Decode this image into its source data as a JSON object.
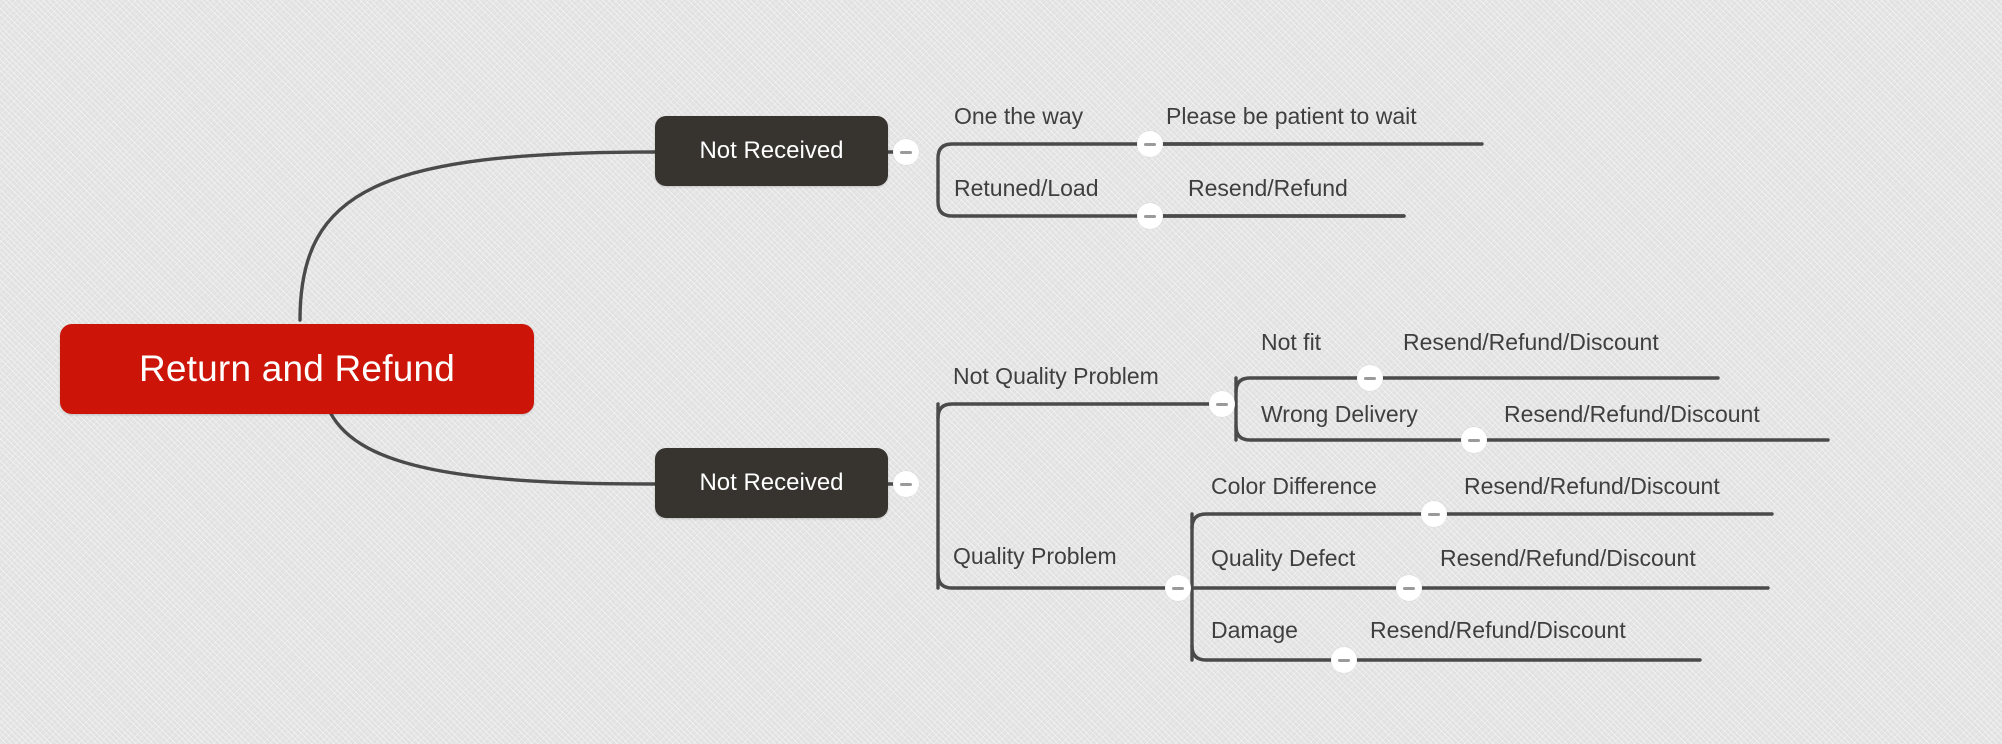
{
  "diagram": {
    "type": "mind-map",
    "title": "Return and Refund",
    "background_color": "#e3e3e3",
    "root": {
      "label": "Return and Refund",
      "color": "#cc1408",
      "text_color": "#ffffff"
    },
    "branch_color": "#373430",
    "line_color": "#4a4a4a",
    "label_color": "#3f3f3f",
    "branches": [
      {
        "label": "Not Received",
        "children": [
          {
            "label": "One the way",
            "children": [
              {
                "label": "Please be patient to wait"
              }
            ]
          },
          {
            "label": "Retuned/Load",
            "children": [
              {
                "label": "Resend/Refund"
              }
            ]
          }
        ]
      },
      {
        "label": "Not Received",
        "children": [
          {
            "label": "Not Quality Problem",
            "children": [
              {
                "label": "Not fit",
                "children": [
                  {
                    "label": "Resend/Refund/Discount"
                  }
                ]
              },
              {
                "label": "Wrong Delivery",
                "children": [
                  {
                    "label": "Resend/Refund/Discount"
                  }
                ]
              }
            ]
          },
          {
            "label": "Quality Problem",
            "children": [
              {
                "label": "Color Difference",
                "children": [
                  {
                    "label": "Resend/Refund/Discount"
                  }
                ]
              },
              {
                "label": "Quality Defect",
                "children": [
                  {
                    "label": "Resend/Refund/Discount"
                  }
                ]
              },
              {
                "label": "Damage",
                "children": [
                  {
                    "label": "Resend/Refund/Discount"
                  }
                ]
              }
            ]
          }
        ]
      }
    ],
    "nodes": {
      "root": "Return and Refund",
      "branch_top": "Not Received",
      "branch_bottom": "Not Received",
      "one_the_way": "One the way",
      "please_be_patient": "Please be patient to wait",
      "retuned_load": "Retuned/Load",
      "resend_refund": "Resend/Refund",
      "not_quality_problem": "Not Quality Problem",
      "not_fit": "Not fit",
      "not_fit_action": "Resend/Refund/Discount",
      "wrong_delivery": "Wrong Delivery",
      "wrong_delivery_action": "Resend/Refund/Discount",
      "quality_problem": "Quality Problem",
      "color_difference": "Color Difference",
      "color_difference_action": "Resend/Refund/Discount",
      "quality_defect": "Quality Defect",
      "quality_defect_action": "Resend/Refund/Discount",
      "damage": "Damage",
      "damage_action": "Resend/Refund/Discount"
    },
    "toggles": {
      "symbol": "minus",
      "state": "expanded"
    }
  }
}
